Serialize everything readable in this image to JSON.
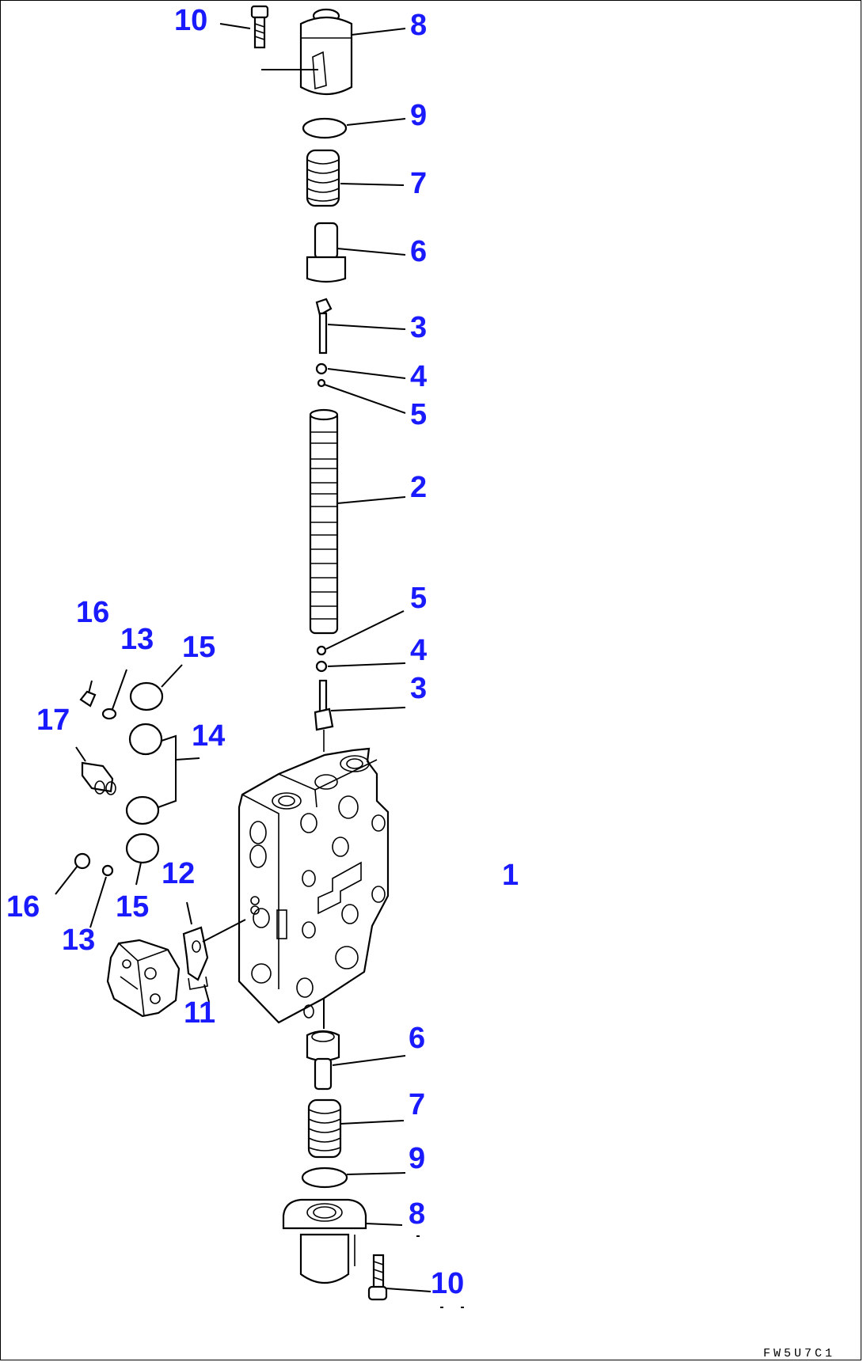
{
  "drawing_code": "FW5U7C1",
  "callouts": [
    {
      "id": "c10-top",
      "text": "10"
    },
    {
      "id": "c8-top",
      "text": "8"
    },
    {
      "id": "c9-top",
      "text": "9"
    },
    {
      "id": "c7-top",
      "text": "7"
    },
    {
      "id": "c6-top",
      "text": "6"
    },
    {
      "id": "c3-top",
      "text": "3"
    },
    {
      "id": "c4-top",
      "text": "4"
    },
    {
      "id": "c5-top",
      "text": "5"
    },
    {
      "id": "c2",
      "text": "2"
    },
    {
      "id": "c5-mid",
      "text": "5"
    },
    {
      "id": "c4-mid",
      "text": "4"
    },
    {
      "id": "c3-mid",
      "text": "3"
    },
    {
      "id": "c1",
      "text": "1"
    },
    {
      "id": "c16-top",
      "text": "16"
    },
    {
      "id": "c13-top",
      "text": "13"
    },
    {
      "id": "c15-top",
      "text": "15"
    },
    {
      "id": "c17",
      "text": "17"
    },
    {
      "id": "c14",
      "text": "14"
    },
    {
      "id": "c12",
      "text": "12"
    },
    {
      "id": "c16-bot",
      "text": "16"
    },
    {
      "id": "c15-bot",
      "text": "15"
    },
    {
      "id": "c13-bot",
      "text": "13"
    },
    {
      "id": "c11",
      "text": "11"
    },
    {
      "id": "c6-bot",
      "text": "6"
    },
    {
      "id": "c7-bot",
      "text": "7"
    },
    {
      "id": "c9-bot",
      "text": "9"
    },
    {
      "id": "c8-bot",
      "text": "8"
    },
    {
      "id": "c10-bot",
      "text": "10"
    }
  ]
}
